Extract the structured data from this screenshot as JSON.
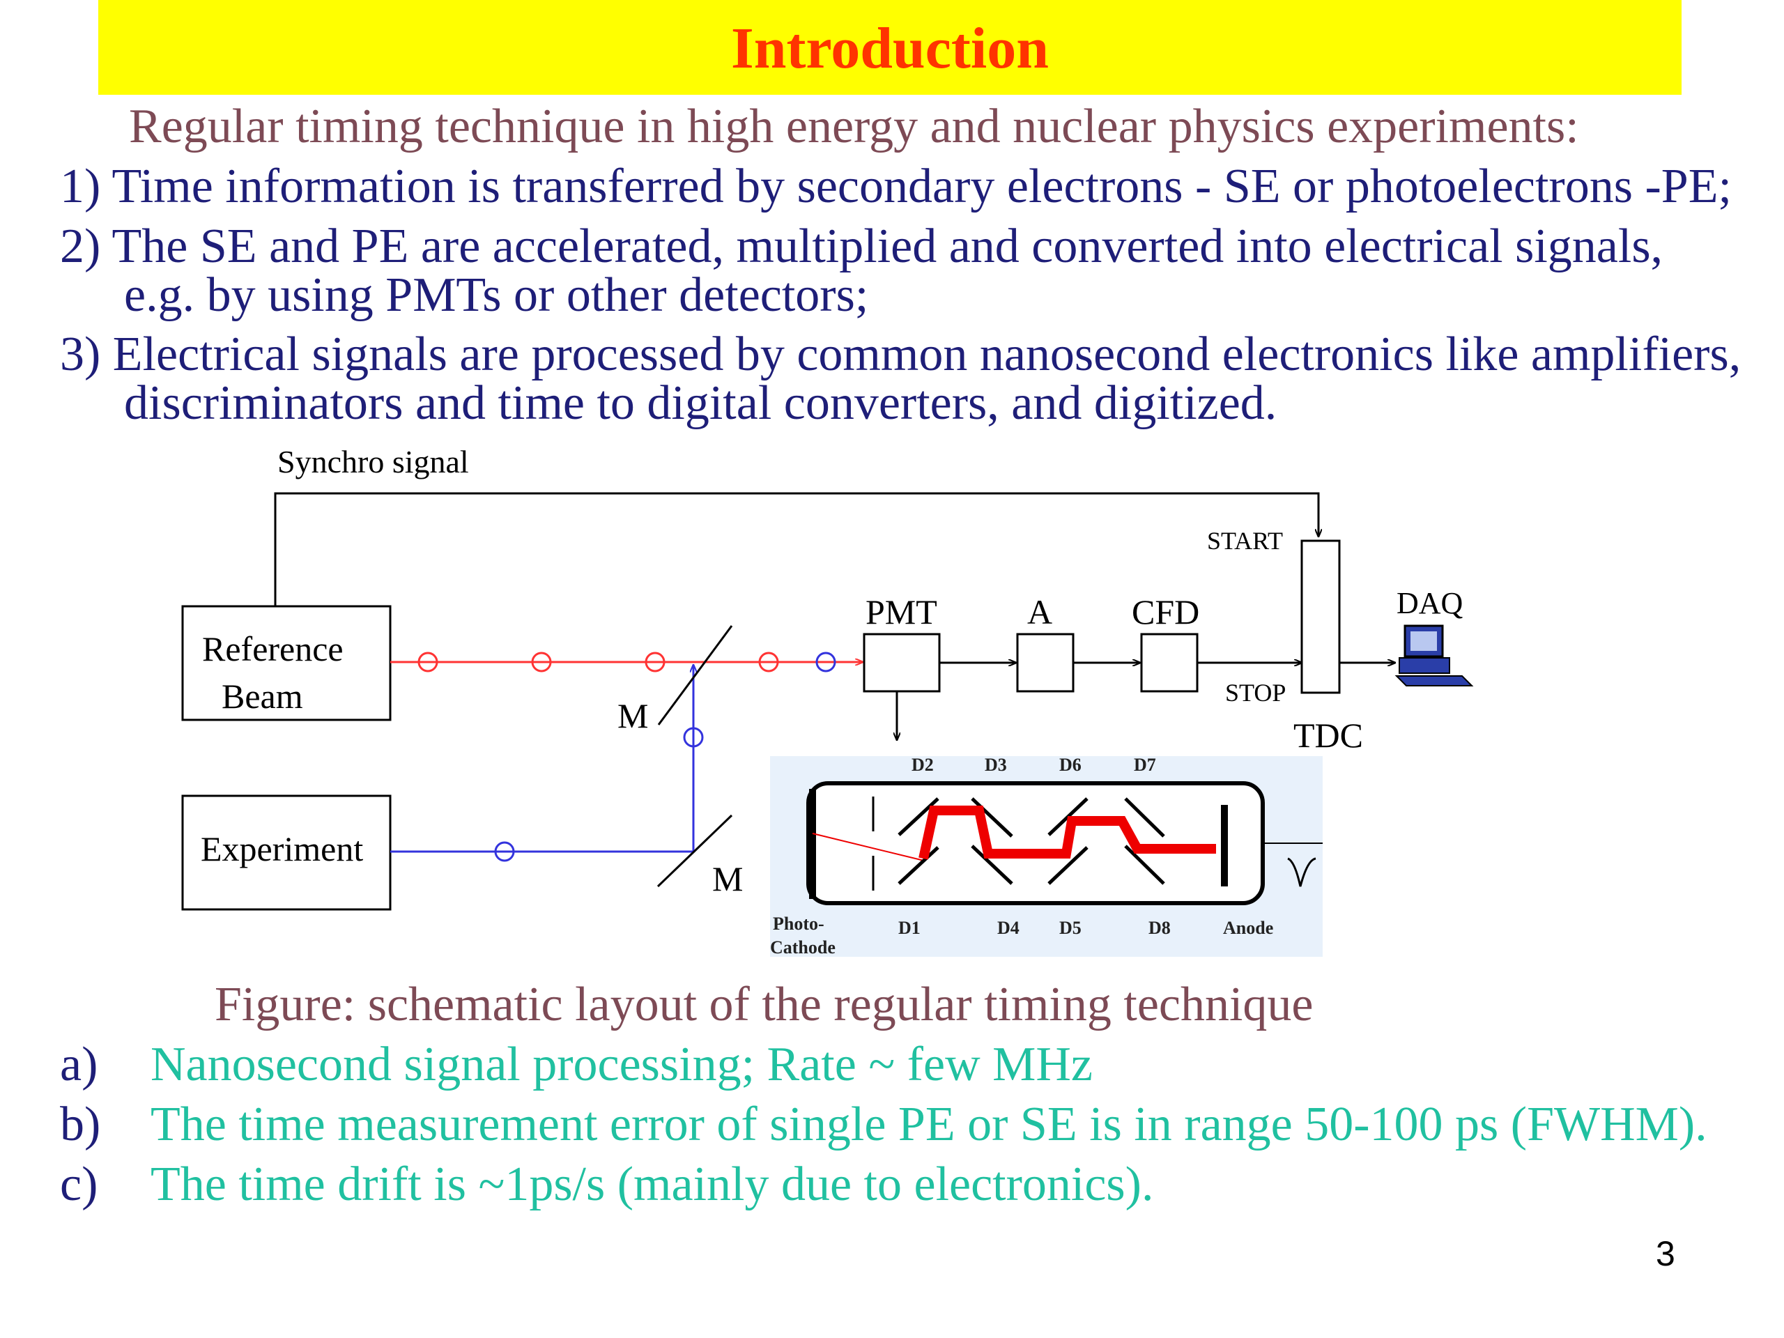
{
  "title": "Introduction",
  "intro": "Regular timing technique in high energy and nuclear physics experiments:",
  "points": [
    {
      "line1": "1) Time information is transferred by secondary electrons - SE or photoelectrons -PE;"
    },
    {
      "line1": "2) The SE and PE are accelerated, multiplied and converted into electrical signals,",
      "line2": "e.g. by using PMTs or other detectors;"
    },
    {
      "line1": "3) Electrical signals are processed by common nanosecond electronics like amplifiers,",
      "line2": "discriminators and time to digital converters, and digitized."
    }
  ],
  "diagram": {
    "synchro": "Synchro signal",
    "ref_line1": "Reference",
    "ref_line2": "Beam",
    "experiment": "Experiment",
    "mirror": "M",
    "pmt": "PMT",
    "amp": "A",
    "cfd": "CFD",
    "start": "START",
    "stop": "STOP",
    "tdc": "TDC",
    "daq": "DAQ",
    "dynodes_top": [
      "D2",
      "D3",
      "D6",
      "D7"
    ],
    "dynodes_bottom": [
      "D1",
      "D4",
      "D5",
      "D8"
    ],
    "photo_line1": "Photo-",
    "photo_line2": "Cathode",
    "anode": "Anode",
    "colors": {
      "reference": "#ff3333",
      "experiment": "#3333dd",
      "pmt_panel": "#e8f1fb",
      "electron_path": "#ee0000"
    }
  },
  "caption": "Figure: schematic layout of the regular timing technique",
  "notes": [
    {
      "marker": "a)",
      "text": "Nanosecond signal processing; Rate ~ few MHz"
    },
    {
      "marker": "b)",
      "text": "The time measurement error of single PE or SE is in range 50-100 ps (FWHM)."
    },
    {
      "marker": "c)",
      "text": "The time drift is ~1ps/s (mainly due to electronics)."
    }
  ],
  "page_number": "3"
}
